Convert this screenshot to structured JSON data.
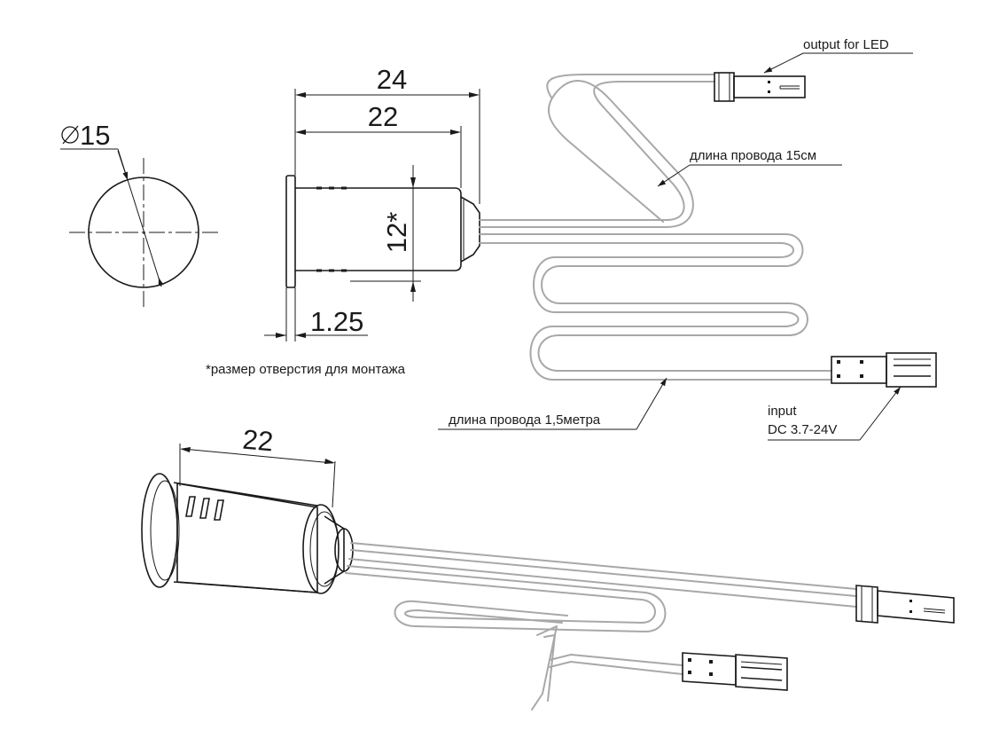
{
  "dimensions": {
    "diameter": "15",
    "overall_length": "24",
    "body_length": "22",
    "hole_size": "12*",
    "flange_thickness": "1.25",
    "iso_body_length": "22"
  },
  "notes": {
    "mounting_hole": "*размер отверстия для монтажа",
    "output_label": "output for LED",
    "short_wire": "длина провода 15см",
    "long_wire": "длина провода 1,5метра",
    "input_line1": "input",
    "input_line2": "DC 3.7-24V"
  },
  "colors": {
    "line": "#1a1a1a",
    "wire": "#a8a8a8"
  }
}
